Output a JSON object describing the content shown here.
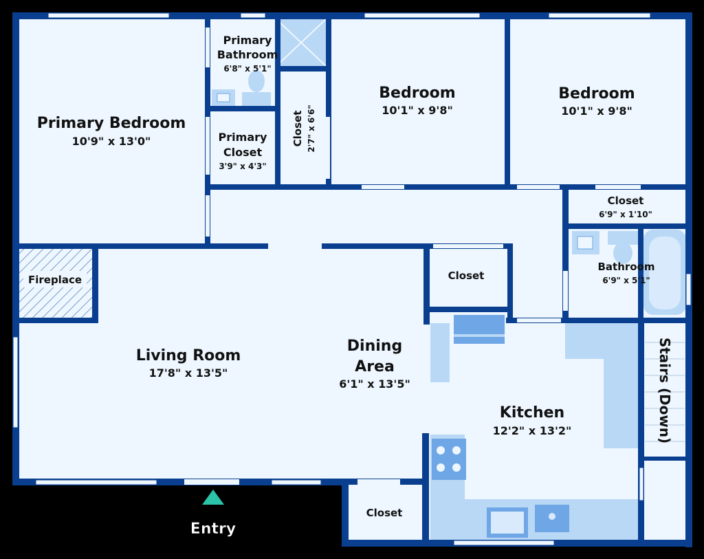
{
  "colors": {
    "background": "#000000",
    "floor": "#eef7ff",
    "wall": "#0a3f8f",
    "fixture": "#b9d8f5",
    "fixture_dark": "#6fa6e6",
    "text": "#111111",
    "entry_marker": "#2bc4a8",
    "entry_text": "#ffffff"
  },
  "rooms": {
    "primary_bedroom": {
      "name": "Primary Bedroom",
      "dims": "10'9\" x 13'0\""
    },
    "primary_bathroom": {
      "name_line1": "Primary",
      "name_line2": "Bathroom",
      "dims": "6'8\" x 5'1\""
    },
    "primary_closet": {
      "name_line1": "Primary",
      "name_line2": "Closet",
      "dims": "3'9\" x 4'3\""
    },
    "hall_closet": {
      "name": "Closet",
      "dims": "2'7\" x 6'6\""
    },
    "bedroom_1": {
      "name": "Bedroom",
      "dims": "10'1\" x 9'8\""
    },
    "bedroom_2": {
      "name": "Bedroom",
      "dims": "10'1\" x 9'8\""
    },
    "linen_closet": {
      "name": "Closet",
      "dims": "6'9\" x 1'10\""
    },
    "bathroom": {
      "name": "Bathroom",
      "dims": "6'9\" x 5'1\""
    },
    "center_closet": {
      "name": "Closet"
    },
    "fireplace": {
      "name": "Fireplace"
    },
    "living_room": {
      "name": "Living Room",
      "dims": "17'8\" x 13'5\""
    },
    "dining_area": {
      "name_line1": "Dining",
      "name_line2": "Area",
      "dims": "6'1\" x 13'5\""
    },
    "kitchen": {
      "name": "Kitchen",
      "dims": "12'2\" x 13'2\""
    },
    "stairs": {
      "name": "Stairs (Down)"
    },
    "entry_closet": {
      "name": "Closet"
    }
  },
  "entry": {
    "label": "Entry"
  }
}
